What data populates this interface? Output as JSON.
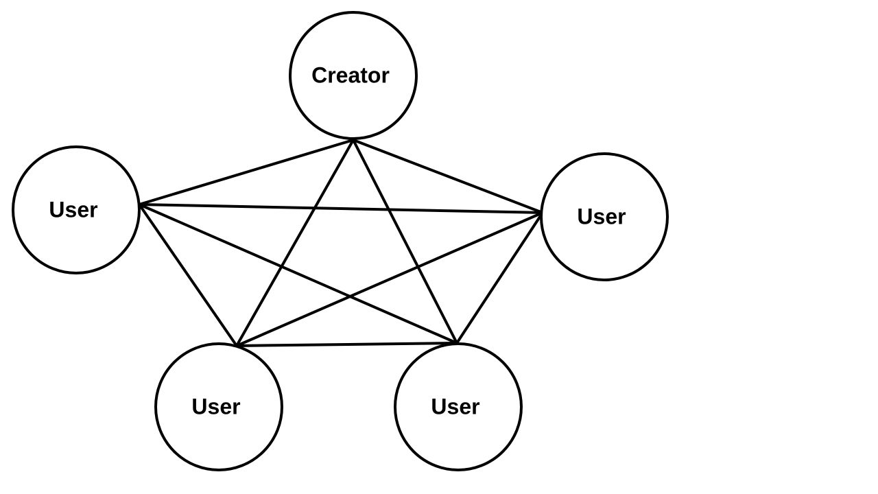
{
  "nodes": [
    {
      "id": "creator",
      "label": "Creator"
    },
    {
      "id": "user-left",
      "label": "User"
    },
    {
      "id": "user-right",
      "label": "User"
    },
    {
      "id": "user-bottom-left",
      "label": "User"
    },
    {
      "id": "user-bottom-right",
      "label": "User"
    }
  ],
  "edges": [
    [
      "creator",
      "user-left"
    ],
    [
      "creator",
      "user-right"
    ],
    [
      "creator",
      "user-bottom-left"
    ],
    [
      "creator",
      "user-bottom-right"
    ],
    [
      "user-left",
      "user-right"
    ],
    [
      "user-left",
      "user-bottom-left"
    ],
    [
      "user-left",
      "user-bottom-right"
    ],
    [
      "user-right",
      "user-bottom-left"
    ],
    [
      "user-right",
      "user-bottom-right"
    ],
    [
      "user-bottom-left",
      "user-bottom-right"
    ]
  ],
  "colors": {
    "line": "#000000",
    "background": "#ffffff"
  }
}
